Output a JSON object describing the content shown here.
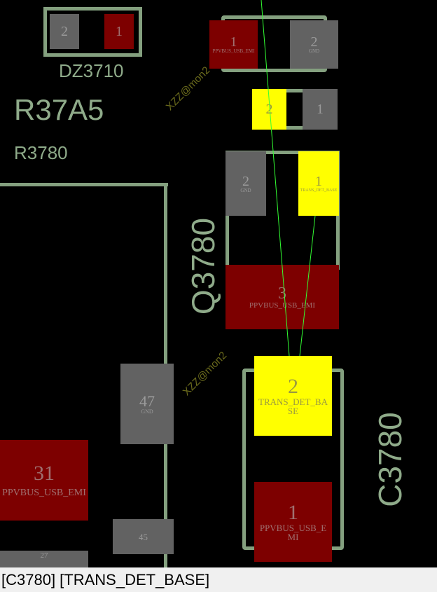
{
  "components": {
    "dz3710": {
      "ref": "DZ3710",
      "pad1": "1",
      "pad2": "2"
    },
    "r37a5": {
      "ref": "R37A5",
      "pad1": {
        "num": "1",
        "net": "PPVBUS_USB_EMI"
      },
      "pad2": {
        "num": "2",
        "net": "GND"
      }
    },
    "r3780": {
      "ref": "R3780",
      "pad2": "2",
      "pad1": "1"
    },
    "q3780": {
      "ref": "Q3780",
      "pad2": {
        "num": "2",
        "net": "GND"
      },
      "pad1": {
        "num": "1",
        "net": "TRANS_DET_BASE"
      },
      "pad3": {
        "num": "3",
        "net": "PPVBUS_USB_EMI"
      }
    },
    "c3780": {
      "ref": "C3780",
      "pad2": {
        "num": "2",
        "net": "TRANS_DET_BASE"
      },
      "pad1": {
        "num": "1",
        "net": "PPVBUS_USB_EMI"
      }
    },
    "connector": {
      "pad47": {
        "num": "47",
        "net": "GND"
      },
      "pad31": {
        "num": "31",
        "net": "PPVBUS_USB_EMI"
      },
      "pad45": {
        "num": "45"
      },
      "pad27": {
        "num": "27"
      }
    }
  },
  "watermark": "XZZ@mon2",
  "status": {
    "text": "[C3780] [TRANS_DET_BASE]"
  },
  "colors": {
    "outline": "#84a07f",
    "gnd": "#626262",
    "power": "#7d0000",
    "selected": "#ffff00",
    "ratsnest": "#33ff33"
  }
}
